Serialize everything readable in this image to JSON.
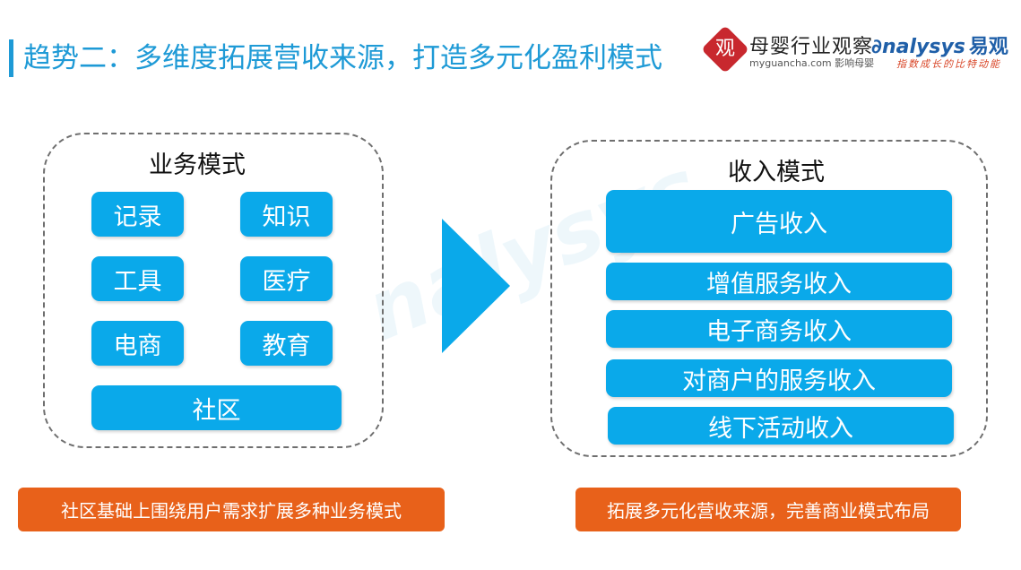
{
  "header": {
    "title": "趋势二：多维度拓展营收来源，打造多元化盈利模式"
  },
  "logos": {
    "muying": {
      "seal_char": "观",
      "name": "母婴行业观察",
      "sub": "myguancha.com 影响母婴"
    },
    "analysys": {
      "brand": "nalysys",
      "brand_cn": "易观",
      "slogan": "指数成长的比特动能"
    },
    "watermark": "nalysys"
  },
  "business": {
    "title": "业务模式",
    "items": [
      {
        "label": "记录"
      },
      {
        "label": "知识"
      },
      {
        "label": "工具"
      },
      {
        "label": "医疗"
      },
      {
        "label": "电商"
      },
      {
        "label": "教育"
      },
      {
        "label": "社区"
      }
    ],
    "caption": "社区基础上围绕用户需求扩展多种业务模式"
  },
  "revenue": {
    "title": "收入模式",
    "items": [
      {
        "label": "广告收入"
      },
      {
        "label": "增值服务收入"
      },
      {
        "label": "电子商务收入"
      },
      {
        "label": "对商户的服务收入"
      },
      {
        "label": "线下活动收入"
      }
    ],
    "caption": "拓展多元化营收来源，完善商业模式布局"
  },
  "colors": {
    "accent_blue": "#1e9ad6",
    "pill_blue": "#0aa9ea",
    "caption_orange": "#e8611a"
  }
}
